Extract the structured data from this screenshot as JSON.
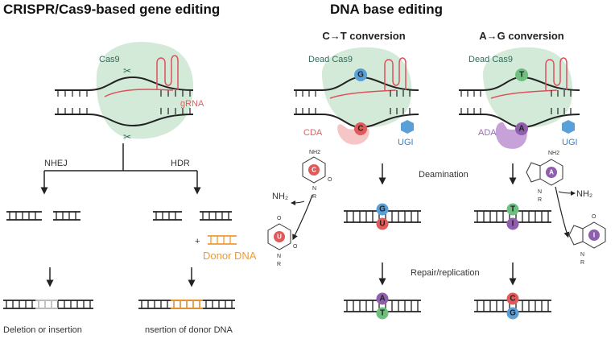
{
  "titles": {
    "left": "CRISPR/Cas9-based gene editing",
    "right": "DNA base editing"
  },
  "crispr": {
    "cas9": "Cas9",
    "grna": "gRNA",
    "nhej": "NHEJ",
    "hdr": "HDR",
    "donor": "Donor DNA",
    "plus": "+",
    "result_left": "Deletion  or insertion",
    "result_right": "nsertion  of donor DNA"
  },
  "ct": {
    "title": "C→T conversion",
    "dead_cas9": "Dead Cas9",
    "cda": "CDA",
    "ugi": "UGI",
    "base_top": "G",
    "base_bottom": "C",
    "deam_top": "G",
    "deam_bottom": "U",
    "rep_top": "A",
    "rep_bottom": "T",
    "nh2_small": "NH2",
    "nh2_release": "NH₂",
    "mol_c": "C",
    "mol_u": "U",
    "o_label": "O",
    "n_label": "N",
    "r_label": "R"
  },
  "ag": {
    "title": "A→G conversion",
    "dead_cas9": "Dead Cas9",
    "ada": "ADA",
    "ugi": "UGI",
    "base_top": "T",
    "base_bottom": "A",
    "deam_top": "T",
    "deam_bottom": "I",
    "rep_top": "C",
    "rep_bottom": "G",
    "nh2_small": "NH2",
    "nh2_release": "NH₂",
    "mol_a": "A",
    "mol_i": "I",
    "o_label": "O",
    "n_label": "N",
    "r_label": "R"
  },
  "steps": {
    "deamination": "Deamination",
    "repair": "Repair/replication"
  },
  "colors": {
    "cas9_fill": "#cfe8d4",
    "rna": "#e0505a",
    "donor": "#f29a32",
    "base_blue": "#5a9fd8",
    "base_red": "#e05a5a",
    "base_green": "#6fbf7f",
    "base_purple": "#8f5fae",
    "cda": "#f6c6c6",
    "ada": "#c7a2d9",
    "ugi": "#5a9fd8",
    "deleted": "#c8c8c8"
  }
}
